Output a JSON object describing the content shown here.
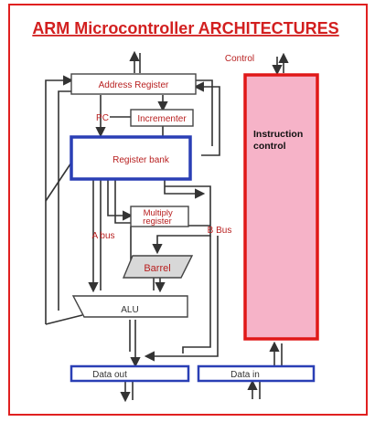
{
  "title": "ARM Microcontroller ARCHITECTURES",
  "colors": {
    "frame": "#e02020",
    "title": "#d21f1f",
    "label_red": "#b82020",
    "bank_border": "#2a3fb5",
    "instruction_fill": "#f6b3c8",
    "instruction_border": "#e01818",
    "line": "#333333"
  },
  "blocks": {
    "address_register": "Address Register",
    "incrementer": "Incrementer",
    "register_bank": "Register bank",
    "multiply_register": "Multiply register",
    "barrel": "Barrel",
    "alu": "ALU",
    "data_out": "Data out",
    "data_in": "Data in",
    "instruction_control": "Instruction control"
  },
  "signals": {
    "pc": "PC",
    "a_bus": "A bus",
    "b_bus": "B Bus",
    "control": "Control"
  }
}
